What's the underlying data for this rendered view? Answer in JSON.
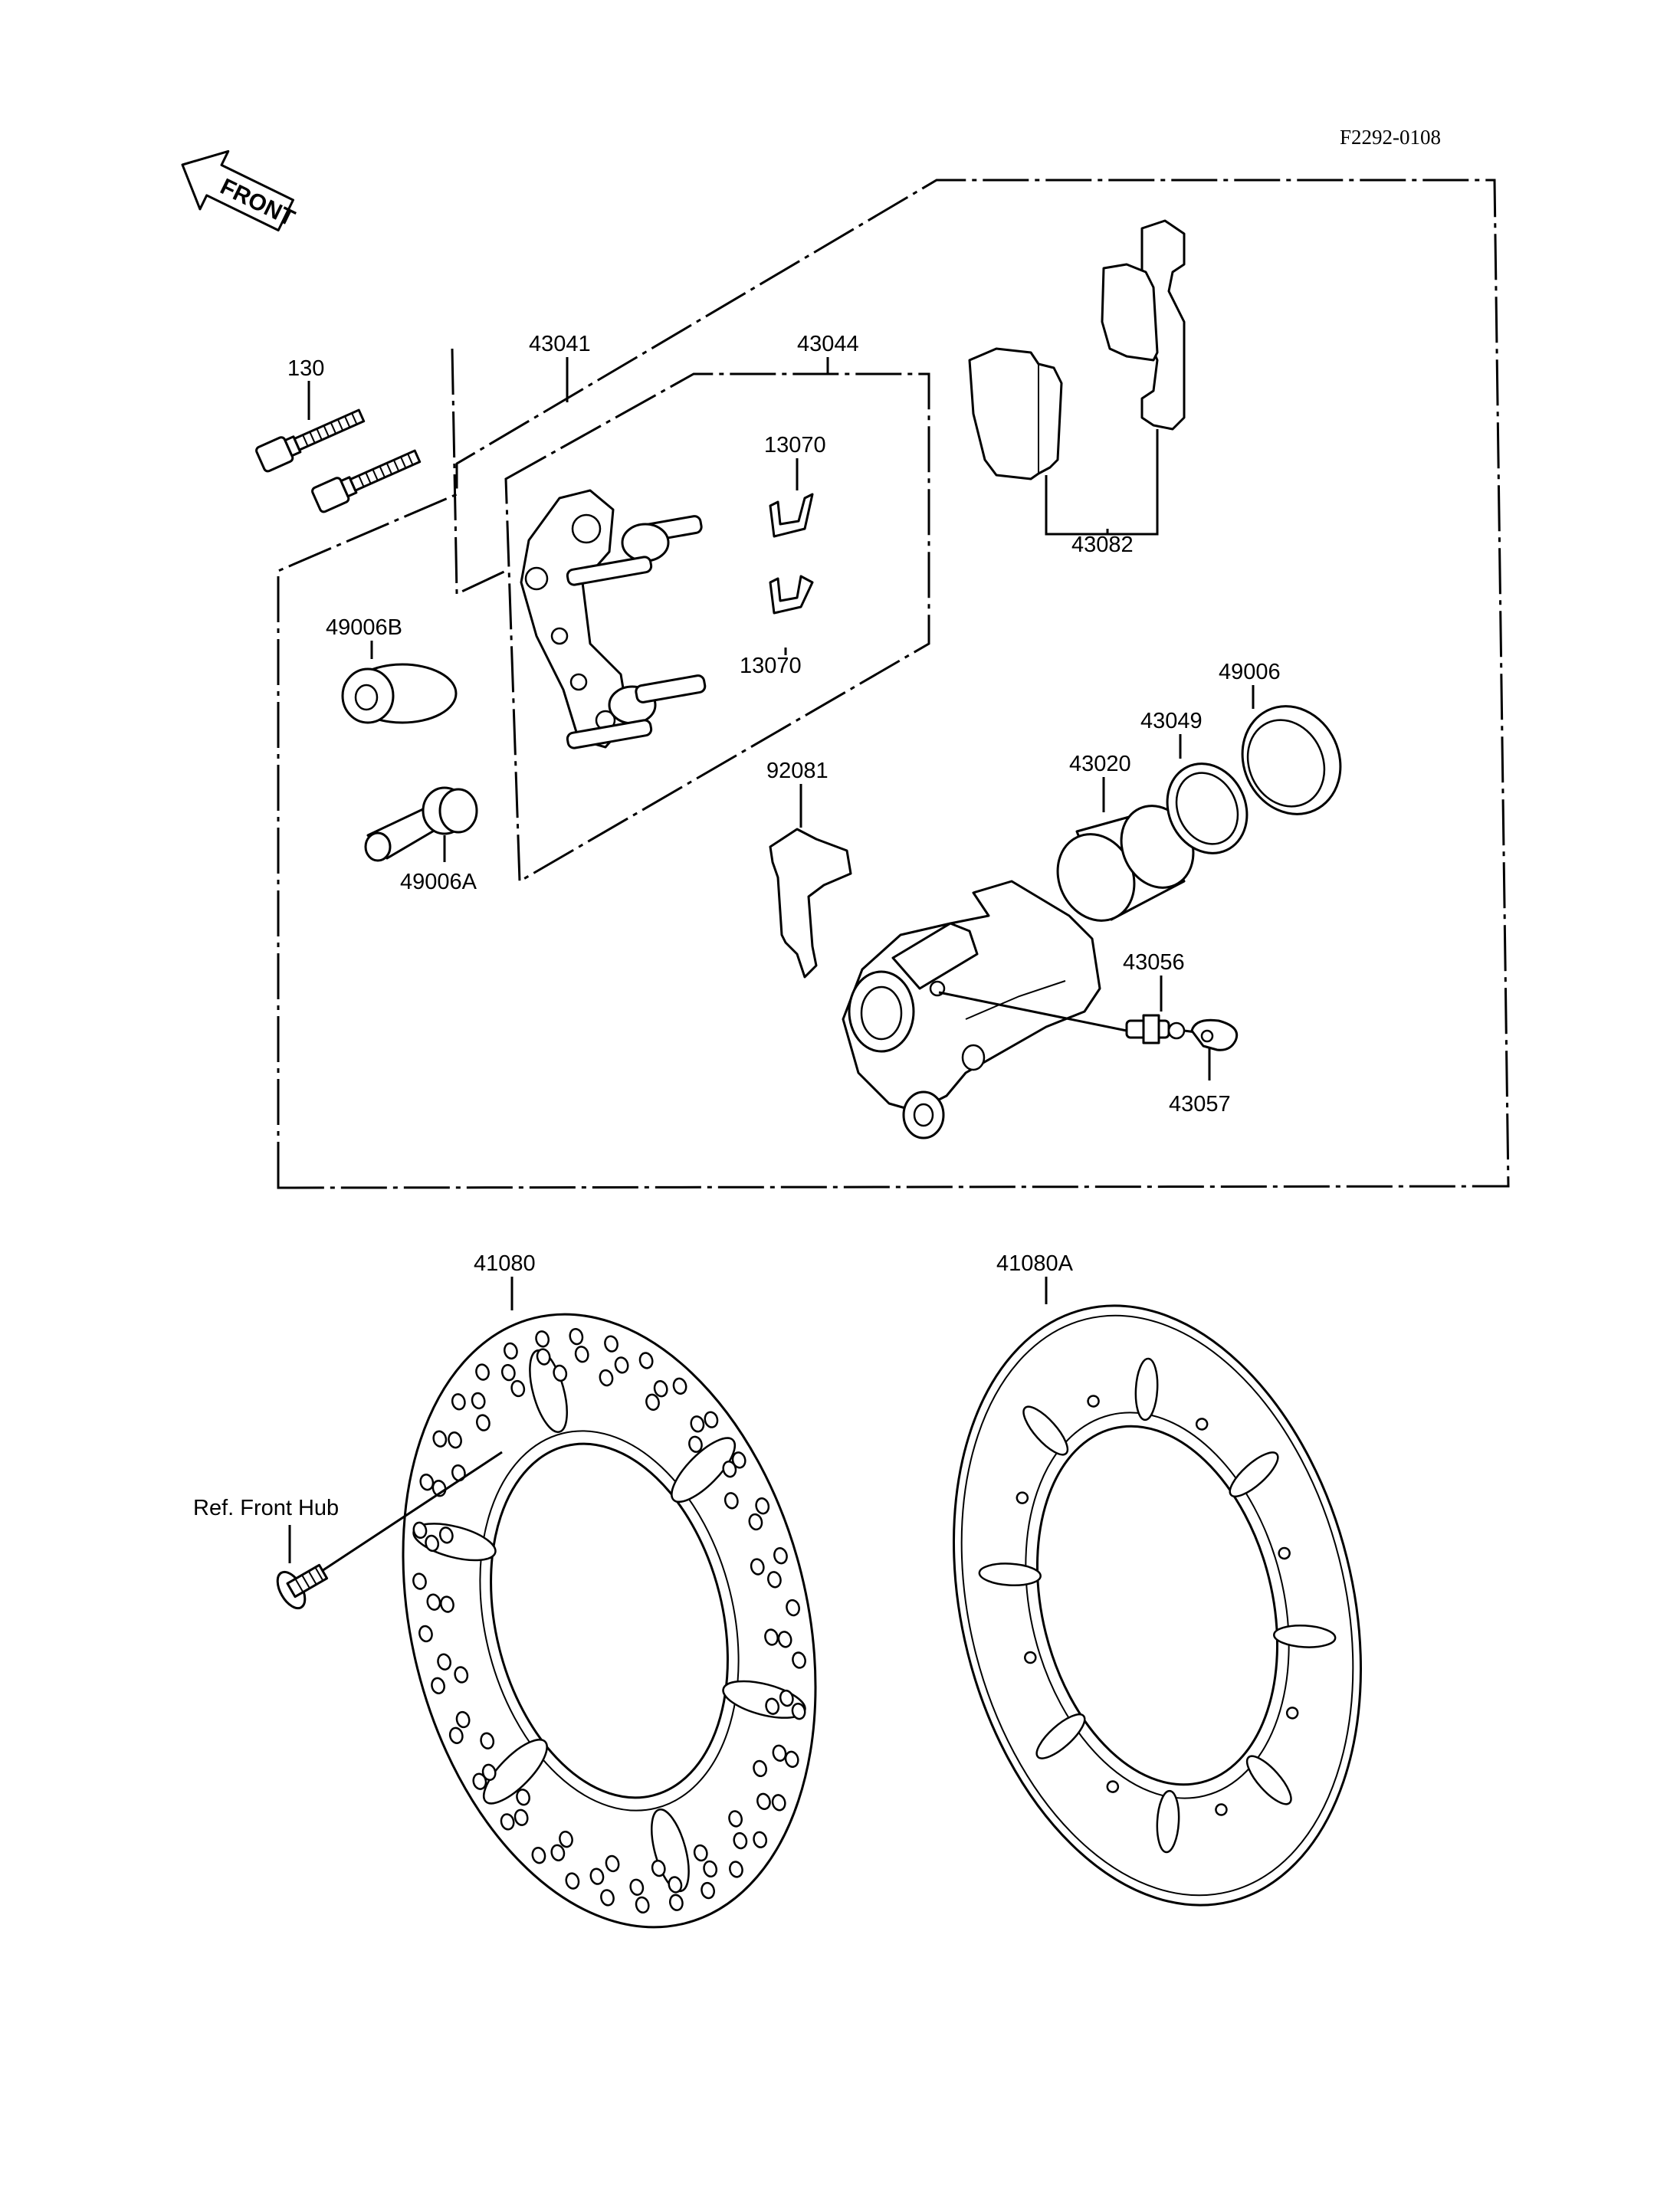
{
  "diagram": {
    "ref_code": "F2292-0108",
    "front_arrow_label": "FRONT",
    "labels": {
      "p130": "130",
      "p43041": "43041",
      "p43044": "43044",
      "p13070a": "13070",
      "p13070b": "13070",
      "p43082": "43082",
      "p49006B": "49006B",
      "p49006A": "49006A",
      "p49006": "49006",
      "p43049": "43049",
      "p43020": "43020",
      "p92081": "92081",
      "p43056": "43056",
      "p43057": "43057",
      "p41080": "41080",
      "p41080A": "41080A",
      "ref_front_hub": "Ref. Front Hub"
    }
  }
}
